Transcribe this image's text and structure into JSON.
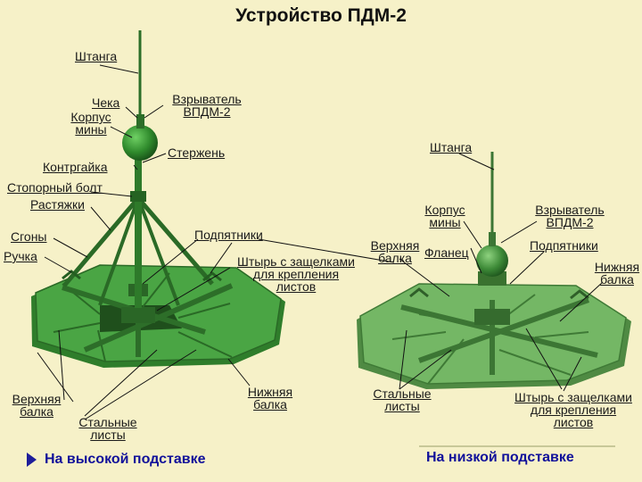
{
  "title": "Устройство ПДМ-2",
  "left": {
    "labels": {
      "shtanga": "Штанга",
      "cheka": "Чека",
      "korpus1": "Корпус",
      "korpus2": "мины",
      "vzryv1": "Взрыватель",
      "vzryv2": "ВПДМ-2",
      "sterzhen": "Стержень",
      "kontrgaika": "Контргайка",
      "stopor": "Стопорный болт",
      "rastyazhki": "Растяжки",
      "stony": "Сгоны",
      "ruchka": "Ручка",
      "podpyatniki": "Подпятники",
      "shtyr1": "Штырь с защелками",
      "shtyr2": "для крепления",
      "shtyr3": "листов",
      "verh1": "Верхняя",
      "verh2": "балка",
      "stal1": "Стальные",
      "stal2": "листы",
      "nizh1": "Нижняя",
      "nizh2": "балка"
    },
    "caption": "На высокой подставке"
  },
  "right": {
    "labels": {
      "shtanga": "Штанга",
      "korpus1": "Корпус",
      "korpus2": "мины",
      "vzryv1": "Взрыватель",
      "vzryv2": "ВПДМ-2",
      "verh1": "Верхняя",
      "verh2": "балка",
      "flanets": "Фланец",
      "podpyatniki": "Подпятники",
      "nizh1": "Нижняя",
      "nizh2": "балка",
      "stal1": "Стальные",
      "stal2": "листы",
      "shtyr1": "Штырь с защелками",
      "shtyr2": "для крепления",
      "shtyr3": "листов"
    },
    "caption": "На низкой подставке"
  },
  "colors": {
    "background": "#f6f1c8",
    "mine_green_left": "#3f9a3a",
    "mine_green_right": "#5ea850",
    "caption_blue": "#10109a"
  },
  "icons": {
    "caption_marker": "triangle-arrow-icon"
  }
}
